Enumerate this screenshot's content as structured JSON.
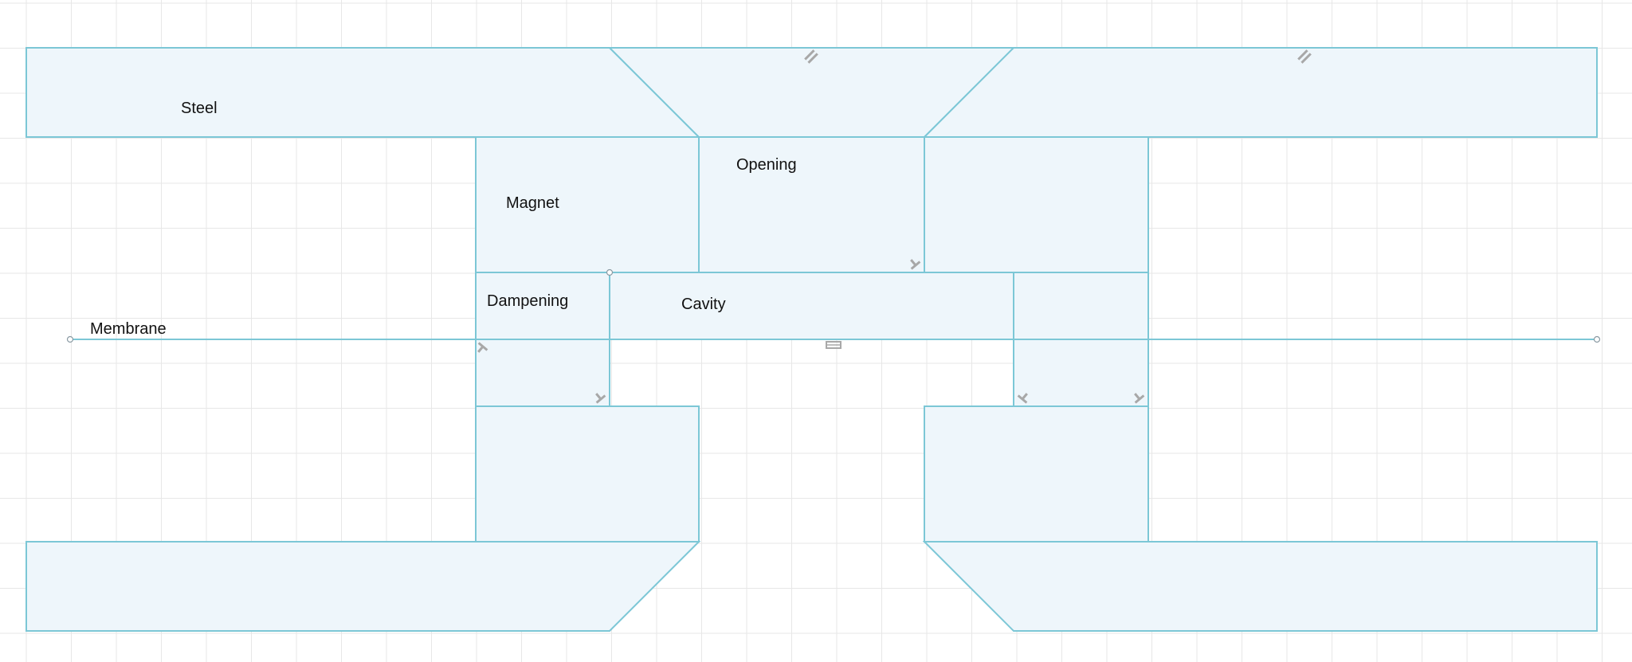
{
  "diagram": {
    "labels": {
      "steel": "Steel",
      "opening": "Opening",
      "magnet": "Magnet",
      "dampening": "Dampening",
      "cavity": "Cavity",
      "membrane": "Membrane"
    },
    "colors": {
      "region_fill": "#eef6fb",
      "region_stroke": "#7cc7d6",
      "grid": "#e7e7e7",
      "marker": "#a8a8a8",
      "text": "#111111"
    }
  }
}
